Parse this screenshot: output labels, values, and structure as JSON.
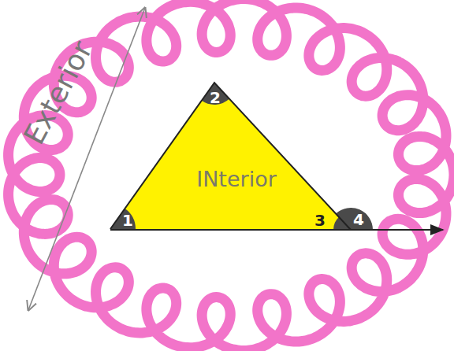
{
  "diagram": {
    "nodes": [
      {
        "text": [
          "INterior"
        ]
      }
    ],
    "labels": [
      "Exterior",
      "1",
      "2",
      "3",
      "4"
    ]
  }
}
